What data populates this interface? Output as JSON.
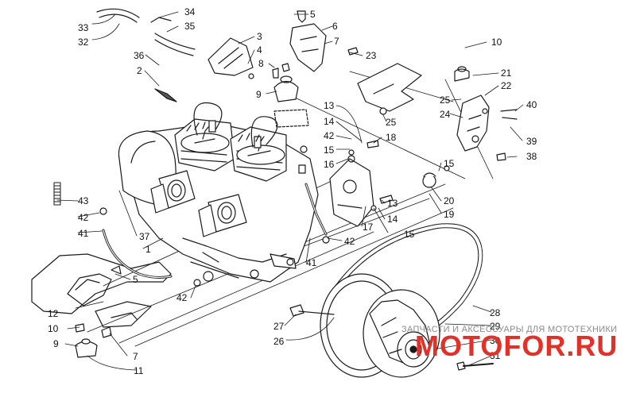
{
  "callouts": [
    {
      "id": "c5a",
      "text": "5"
    },
    {
      "id": "c34",
      "text": "34"
    },
    {
      "id": "c35",
      "text": "35"
    },
    {
      "id": "c33",
      "text": "33"
    },
    {
      "id": "c32",
      "text": "32"
    },
    {
      "id": "c6",
      "text": "6"
    },
    {
      "id": "c3",
      "text": "3"
    },
    {
      "id": "c4",
      "text": "4"
    },
    {
      "id": "c7a",
      "text": "7"
    },
    {
      "id": "c10a",
      "text": "10"
    },
    {
      "id": "c36",
      "text": "36"
    },
    {
      "id": "c2",
      "text": "2"
    },
    {
      "id": "c8",
      "text": "8"
    },
    {
      "id": "c23",
      "text": "23"
    },
    {
      "id": "c21",
      "text": "21"
    },
    {
      "id": "c22",
      "text": "22"
    },
    {
      "id": "c9a",
      "text": "9"
    },
    {
      "id": "c25a",
      "text": "25"
    },
    {
      "id": "c40",
      "text": "40"
    },
    {
      "id": "c24",
      "text": "24"
    },
    {
      "id": "c13a",
      "text": "13"
    },
    {
      "id": "c25b",
      "text": "25"
    },
    {
      "id": "c14a",
      "text": "14"
    },
    {
      "id": "c42a",
      "text": "42"
    },
    {
      "id": "c18",
      "text": "18"
    },
    {
      "id": "c39",
      "text": "39"
    },
    {
      "id": "c15a",
      "text": "15"
    },
    {
      "id": "c16",
      "text": "16"
    },
    {
      "id": "c38",
      "text": "38"
    },
    {
      "id": "c15b",
      "text": "15"
    },
    {
      "id": "c43",
      "text": "43"
    },
    {
      "id": "c20",
      "text": "20"
    },
    {
      "id": "c13b",
      "text": "13"
    },
    {
      "id": "c42b",
      "text": "42"
    },
    {
      "id": "c19",
      "text": "19"
    },
    {
      "id": "c14b",
      "text": "14"
    },
    {
      "id": "c41a",
      "text": "41"
    },
    {
      "id": "c37",
      "text": "37"
    },
    {
      "id": "c17",
      "text": "17"
    },
    {
      "id": "c15c",
      "text": "15"
    },
    {
      "id": "c1",
      "text": "1"
    },
    {
      "id": "c42c",
      "text": "42"
    },
    {
      "id": "c41b",
      "text": "41"
    },
    {
      "id": "c5b",
      "text": "5"
    },
    {
      "id": "c12",
      "text": "12"
    },
    {
      "id": "c42d",
      "text": "42"
    },
    {
      "id": "c28",
      "text": "28"
    },
    {
      "id": "c27",
      "text": "27"
    },
    {
      "id": "c29",
      "text": "29"
    },
    {
      "id": "c10b",
      "text": "10"
    },
    {
      "id": "c26",
      "text": "26"
    },
    {
      "id": "c30",
      "text": "30"
    },
    {
      "id": "c9b",
      "text": "9"
    },
    {
      "id": "c7b",
      "text": "7"
    },
    {
      "id": "c31",
      "text": "31"
    },
    {
      "id": "c11",
      "text": "11"
    }
  ],
  "watermark": {
    "caption": "ЗАПЧАСТИ И АКСЕССУАРЫ ДЛЯ МОТОТЕХНИКИ",
    "brand": "MOTOFOR.RU",
    "brand_color": "#e0322b",
    "caption_color": "#8a8a8a"
  }
}
